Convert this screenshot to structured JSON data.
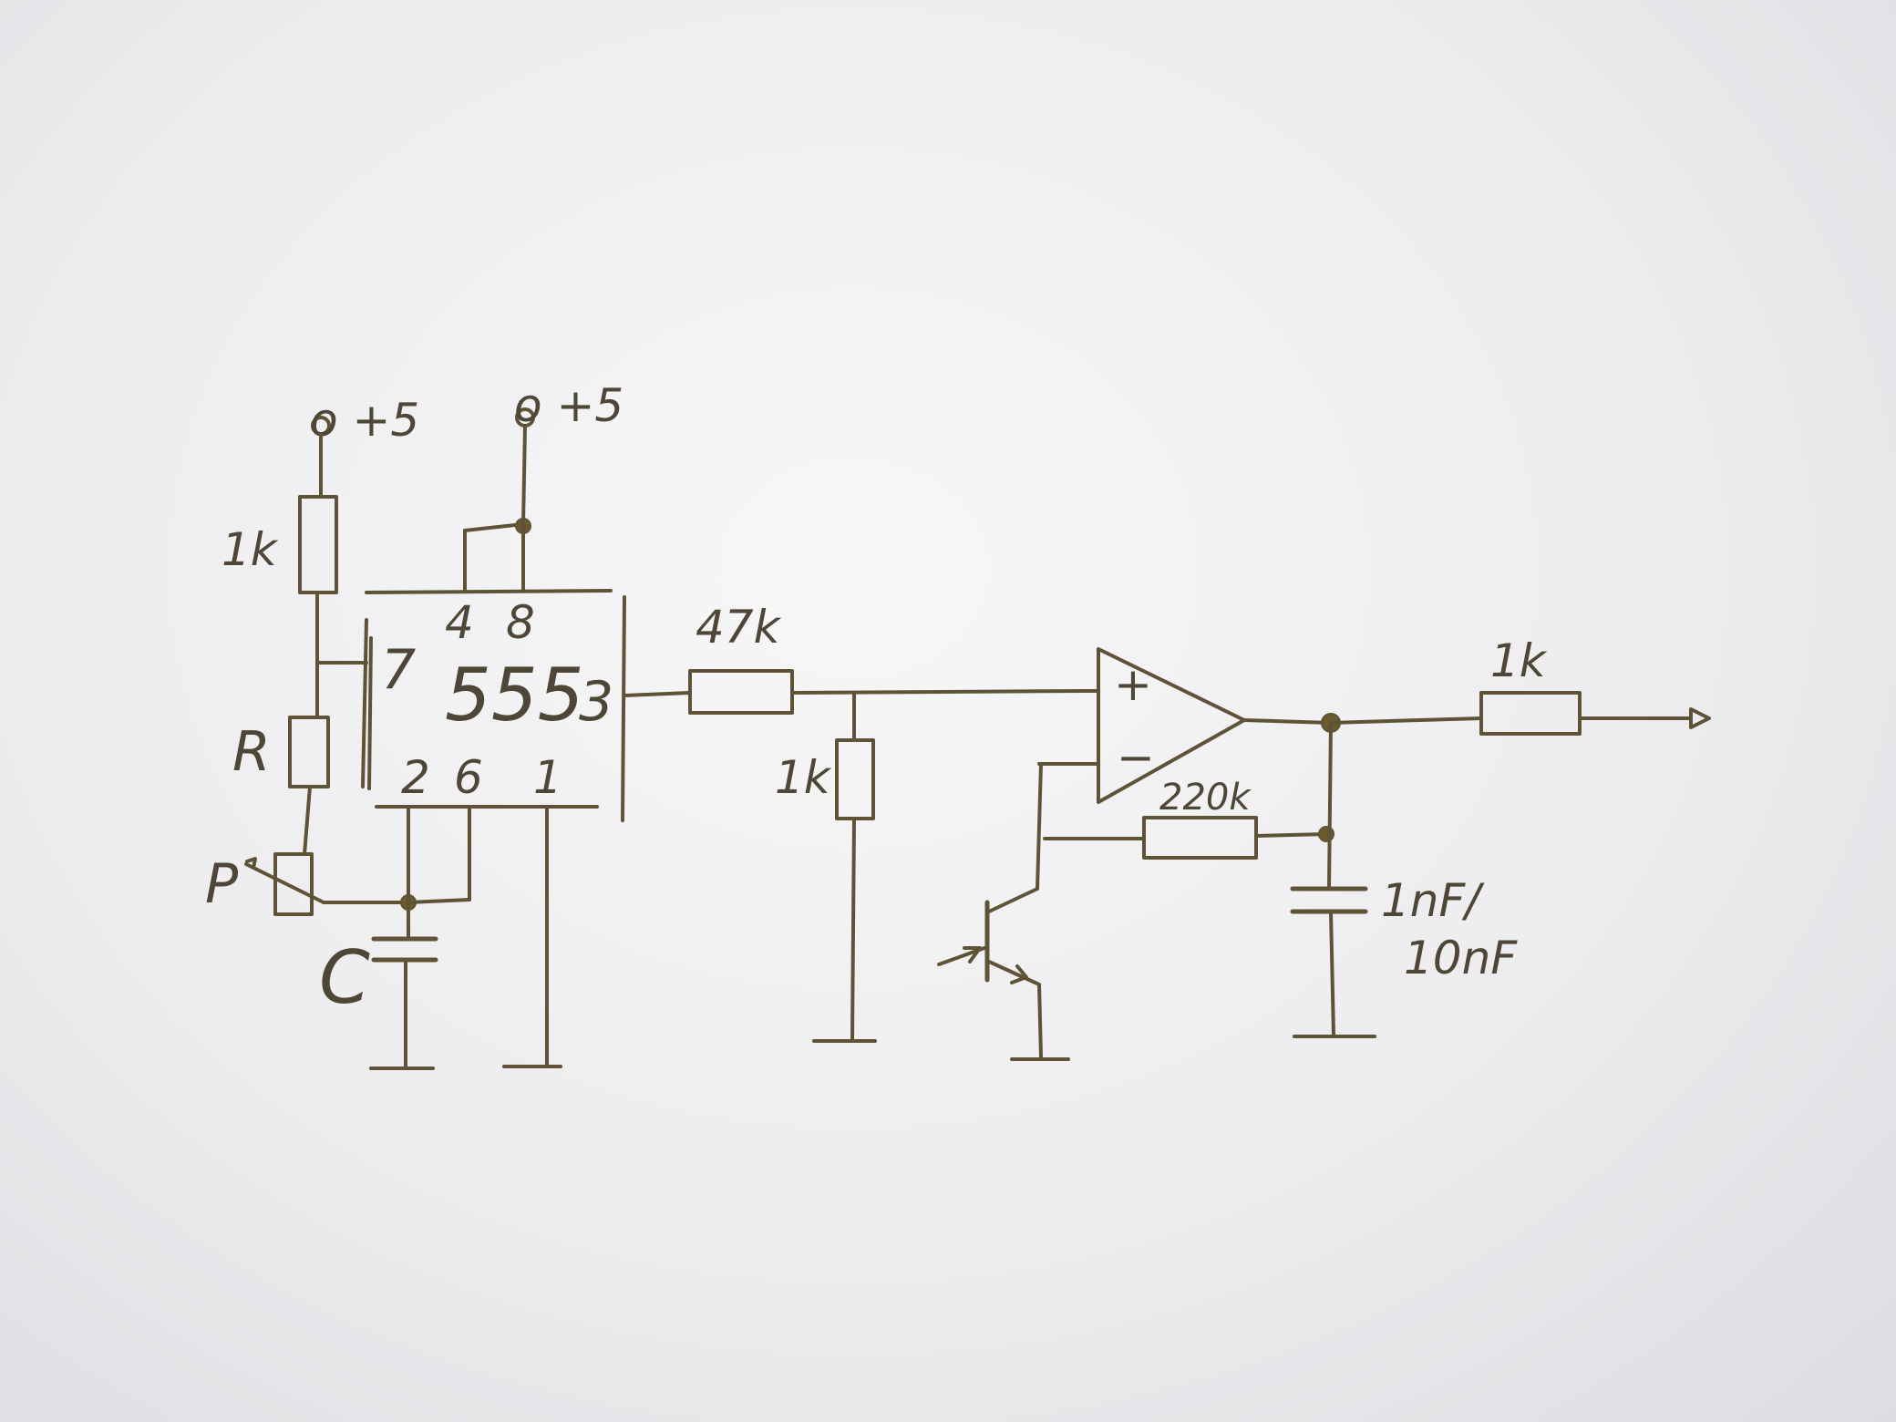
{
  "labels": {
    "supply_left": "o +5",
    "supply_right": "o +5",
    "r_top": "1k",
    "r_timing": "R",
    "pot": "P",
    "cap_timing": "C",
    "ic_name": "555",
    "pin4": "4",
    "pin8": "8",
    "pin7": "7",
    "pin3": "3",
    "pin2": "2",
    "pin6": "6",
    "pin1": "1",
    "r_series": "47k",
    "r_divider": "1k",
    "opamp_plus": "+",
    "opamp_minus": "−",
    "r_feedback": "220k",
    "cap_filter_1": "1nF/",
    "cap_filter_2": "10nF",
    "r_output": "1k"
  },
  "colors": {
    "ink": "#5e5336",
    "text": "#4e4636",
    "paper": "#ededef"
  }
}
